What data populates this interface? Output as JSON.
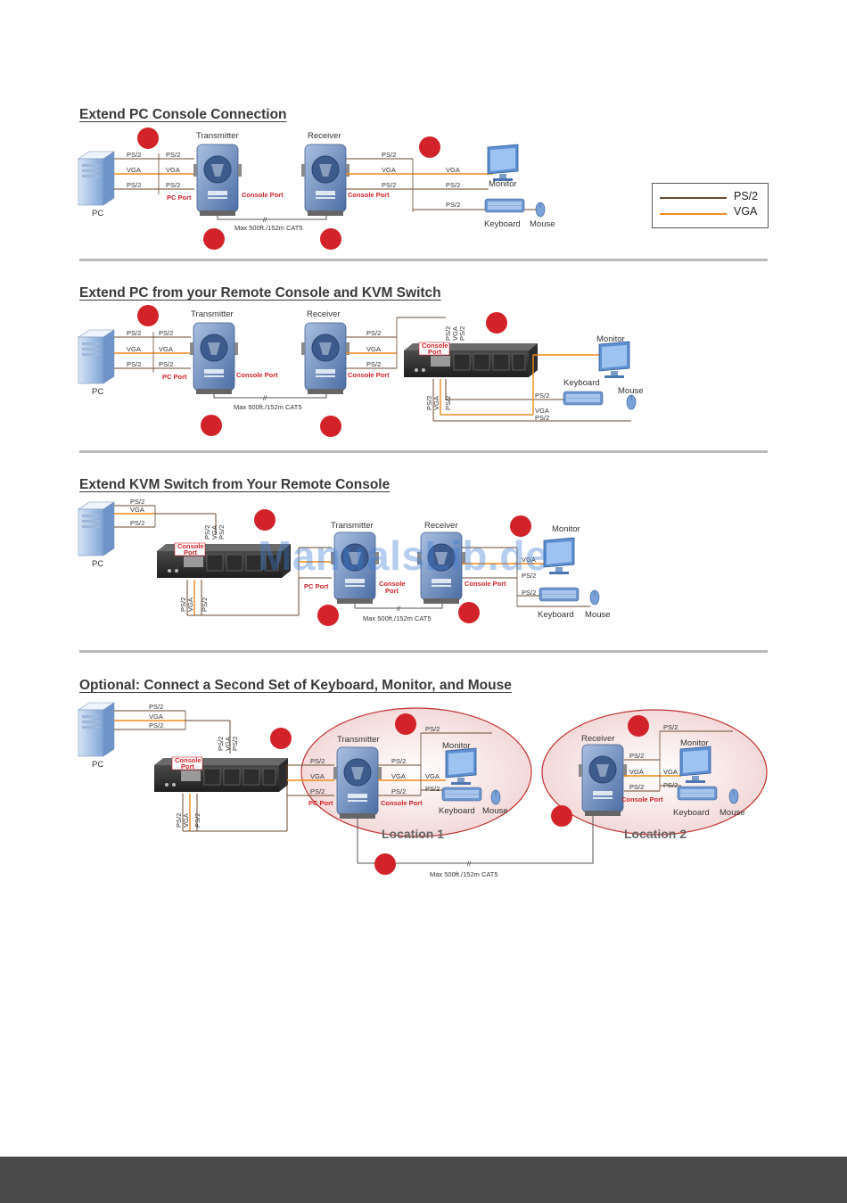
{
  "sections": [
    {
      "title": "Extend PC Console Connection"
    },
    {
      "title": "Extend PC from your Remote Console and KVM Switch"
    },
    {
      "title": "Extend KVM Switch from Your Remote Console"
    },
    {
      "title": "Optional: Connect a Second Set of Keyboard, Monitor, and Mouse"
    }
  ],
  "labels": {
    "pc": "PC",
    "transmitter": "Transmitter",
    "receiver": "Receiver",
    "ps2": "PS/2",
    "vga": "VGA",
    "pc_port": "PC Port",
    "console_port": "Console Port",
    "console": "Console",
    "port": "Port",
    "cable": "Max 500ft./152m CAT5",
    "monitor": "Monitor",
    "keyboard": "Keyboard",
    "mouse": "Mouse",
    "location1": "Location 1",
    "location2": "Location 2"
  },
  "legend": {
    "items": [
      {
        "label": "PS/2",
        "color": "#6b4a2e"
      },
      {
        "label": "VGA",
        "color": "#f08a1c"
      }
    ]
  },
  "watermark": "ManualsLib.de",
  "colors": {
    "marker": "#d2232a",
    "ps2_line": "#6b4a2e",
    "vga_line": "#f08a1c",
    "device_blue": "#5d7fb5",
    "location_fill": "#f2dcdc",
    "location_stroke": "#c0302f",
    "footer": "#4a4a4a"
  }
}
